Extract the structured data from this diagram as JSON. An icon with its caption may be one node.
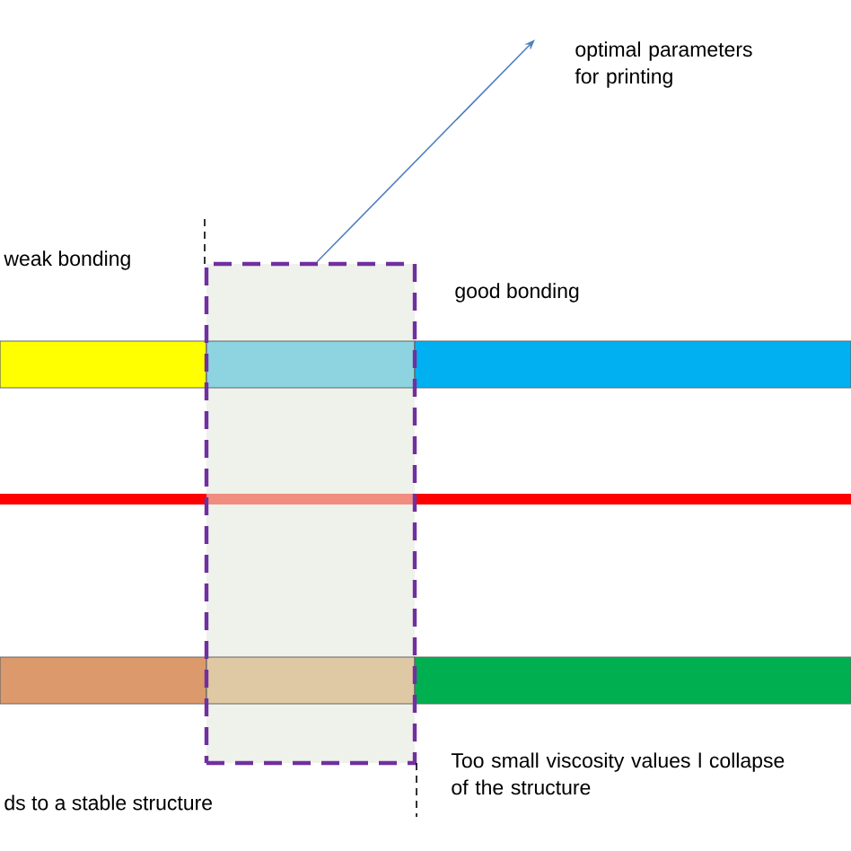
{
  "diagram": {
    "nodes": [
      {
        "text": [
          "optimal parameters for printing"
        ]
      },
      {
        "text": [],
        "shape": "box"
      }
    ],
    "edges": [
      {
        "from": 1,
        "to": 0,
        "arrow": "to",
        "color": "#4f81bd"
      }
    ],
    "labels": [
      "weak bonding",
      "good bonding",
      "ds to a stable structure",
      "Too small viscosity values l collapse of the structure"
    ]
  }
}
